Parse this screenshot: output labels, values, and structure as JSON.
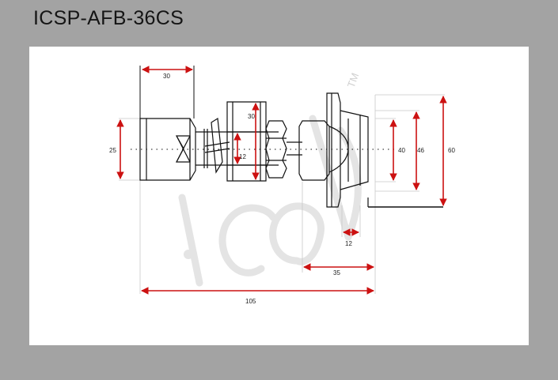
{
  "title": "ICSP-AFB-36CS",
  "watermark": {
    "text": "icon",
    "trademark": "TM"
  },
  "dimensions": {
    "top_width": "30",
    "left_height": "25",
    "nut_height": "30",
    "inner_height": "12",
    "d40": "40",
    "d46": "46",
    "d60": "60",
    "bottom_small": "12",
    "bottom_mid": "35",
    "overall": "105"
  },
  "colors": {
    "background": "#a3a3a3",
    "panel": "#ffffff",
    "dimension_arrow": "#cc1111",
    "line": "#111111"
  }
}
